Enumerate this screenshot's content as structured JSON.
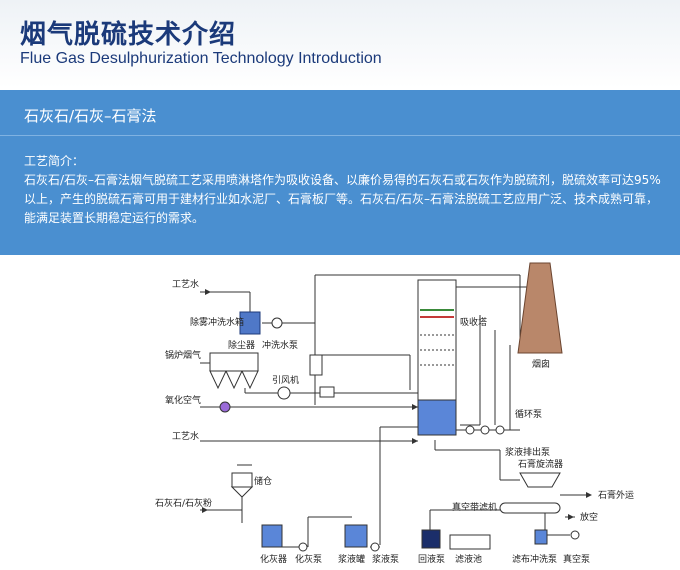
{
  "header": {
    "title_cn": "烟气脱硫技术介绍",
    "title_en": "Flue Gas Desulphurization Technology Introduction"
  },
  "section": {
    "title": "石灰石/石灰–石膏法",
    "subtitle": "工艺简介：",
    "body": "石灰石/石灰–石膏法烟气脱硫工艺采用喷淋塔作为吸收设备、以廉价易得的石灰石或石灰作为脱硫剂，脱硫效率可达95%以上，产生的脱硫石膏可用于建材行业如水泥厂、石膏板厂等。石灰石/石灰–石膏法脱硫工艺应用广泛、技术成熟可靠，能满足装置长期稳定运行的需求。"
  },
  "diagram": {
    "labels": {
      "process_water_1": "工艺水",
      "mist_wash_tank": "除雾冲洗水箱",
      "wash_pump": "冲洗水泵",
      "boiler_gas": "锅炉烟气",
      "dust_collector": "除尘器",
      "induced_fan": "引风机",
      "oxidation_air": "氧化空气",
      "absorber": "吸收塔",
      "chimney": "烟囱",
      "circulation_pump": "循环泵",
      "slurry_discharge_pump": "浆液排出泵",
      "process_water_2": "工艺水",
      "silo": "储仓",
      "limestone_powder": "石灰石/石灰粉",
      "dissolver": "化灰器",
      "lime_pump": "化灰泵",
      "slurry_tank": "浆液罐",
      "slurry_pump": "浆液泵",
      "gypsum_cyclone": "石膏旋流器",
      "gypsum_out": "石膏外运",
      "vacuum_belt_filter": "真空带滤机",
      "return_pump": "回液泵",
      "filtrate_tank": "滤液池",
      "vent": "放空",
      "cloth_wash_pump": "滤布冲洗泵",
      "vacuum_pump": "真空泵"
    }
  }
}
